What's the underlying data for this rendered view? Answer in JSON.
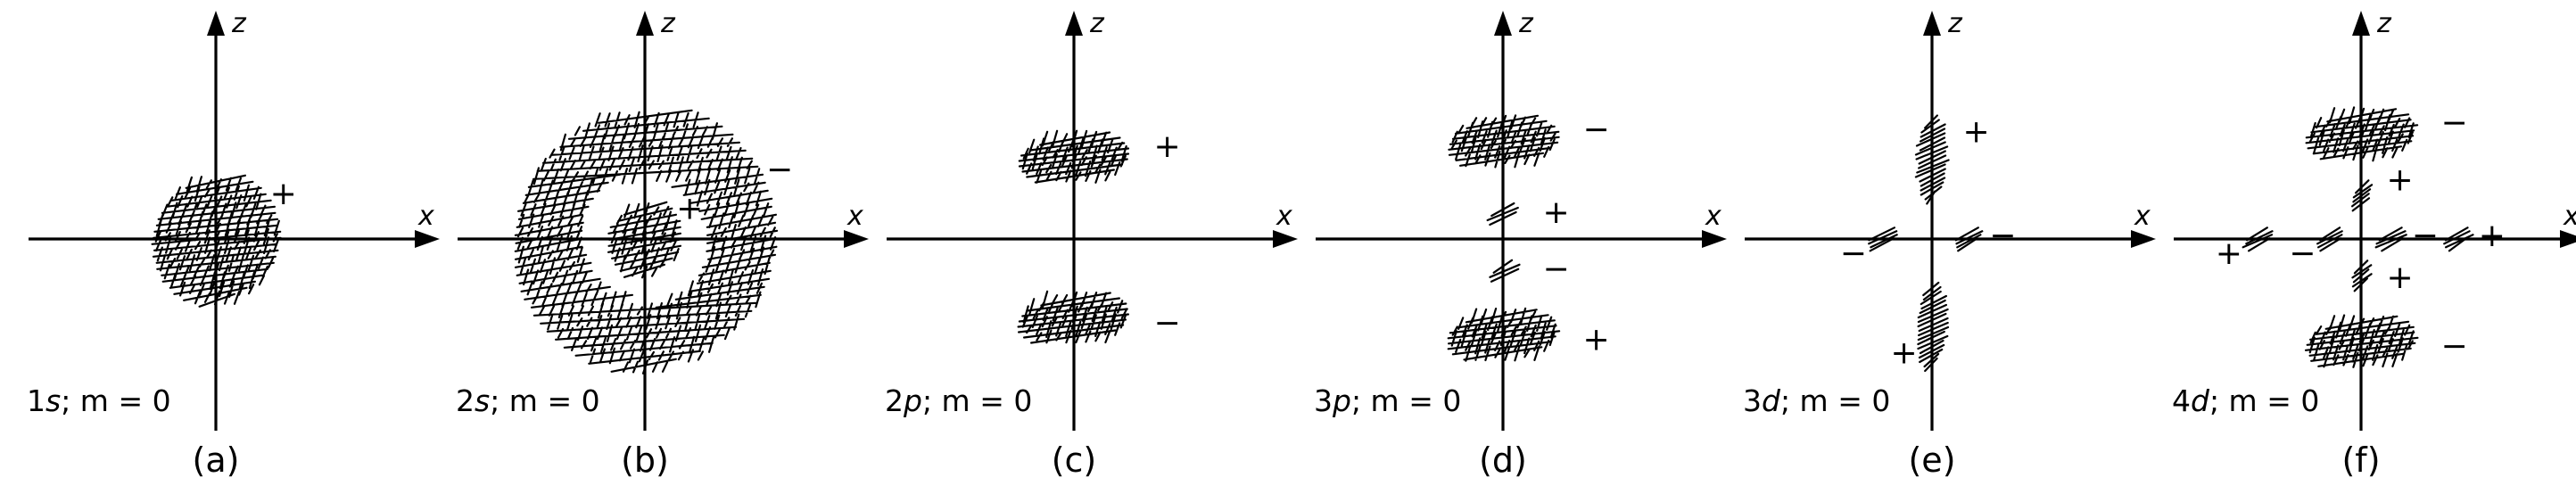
{
  "panels": [
    {
      "id": "a",
      "caption": "(a)",
      "label": {
        "n_l": "1",
        "l_sym": "s",
        "m_text": "; m = 0"
      },
      "axes": {
        "x": "x",
        "z": "z"
      },
      "lobes": [
        {
          "shape": "disc",
          "r": 0.95,
          "sign": "+"
        }
      ]
    },
    {
      "id": "b",
      "caption": "(b)",
      "label": {
        "n_l": "2",
        "l_sym": "s",
        "m_text": "; m = 0"
      },
      "axes": {
        "x": "x",
        "z": "z"
      },
      "lobes": [
        {
          "shape": "disc",
          "r": 0.55,
          "sign": "+"
        },
        {
          "shape": "ring",
          "r_in": 0.95,
          "r_out": 1.95,
          "sign": "−"
        }
      ]
    },
    {
      "id": "c",
      "caption": "(c)",
      "label": {
        "n_l": "2",
        "l_sym": "p",
        "m_text": "; m = 0"
      },
      "axes": {
        "x": "x",
        "z": "z"
      },
      "lobes": [
        {
          "shape": "band",
          "zc": 1.2,
          "sign": "+"
        },
        {
          "shape": "band",
          "zc": -1.2,
          "sign": "−"
        }
      ]
    },
    {
      "id": "d",
      "caption": "(d)",
      "label": {
        "n_l": "3",
        "l_sym": "p",
        "m_text": "; m = 0"
      },
      "axes": {
        "x": "x",
        "z": "z"
      },
      "lobes": [
        {
          "shape": "band",
          "zc": 1.45,
          "sign": "−"
        },
        {
          "shape": "small",
          "zc": 0.35,
          "sign": "+"
        },
        {
          "shape": "small",
          "zc": -0.5,
          "sign": "−"
        },
        {
          "shape": "band",
          "zc": -1.45,
          "sign": "+"
        }
      ]
    },
    {
      "id": "e",
      "caption": "(e)",
      "label": {
        "n_l": "3",
        "l_sym": "d",
        "m_text": "; m = 0"
      },
      "axes": {
        "x": "x",
        "z": "z"
      },
      "lobes": [
        {
          "shape": "vlobe",
          "zc": 1.2,
          "sign": "+"
        },
        {
          "shape": "vlobe",
          "zc": -1.3,
          "sign": "+"
        },
        {
          "shape": "hsmall",
          "xc": 0.55,
          "sign": "−"
        },
        {
          "shape": "hsmall",
          "xc": -0.75,
          "sign": "−"
        }
      ]
    },
    {
      "id": "f",
      "caption": "(f)",
      "label": {
        "n_l": "4",
        "l_sym": "d",
        "m_text": "; m = 0"
      },
      "axes": {
        "x": "x",
        "z": "z"
      },
      "lobes": [
        {
          "shape": "band",
          "zc": 1.55,
          "sign": "−"
        },
        {
          "shape": "vsmall",
          "zc": 0.65,
          "sign": "+"
        },
        {
          "shape": "vsmall",
          "zc": -0.55,
          "sign": "+"
        },
        {
          "shape": "band",
          "zc": -1.55,
          "sign": "−"
        },
        {
          "shape": "hsmall",
          "xc": -1.55,
          "sign": "+"
        },
        {
          "shape": "hsmall",
          "xc": 1.45,
          "sign": "+"
        },
        {
          "shape": "hsmall",
          "xc": -0.45,
          "sign": "−"
        },
        {
          "shape": "hsmall",
          "xc": 0.45,
          "sign": "−"
        }
      ]
    }
  ]
}
